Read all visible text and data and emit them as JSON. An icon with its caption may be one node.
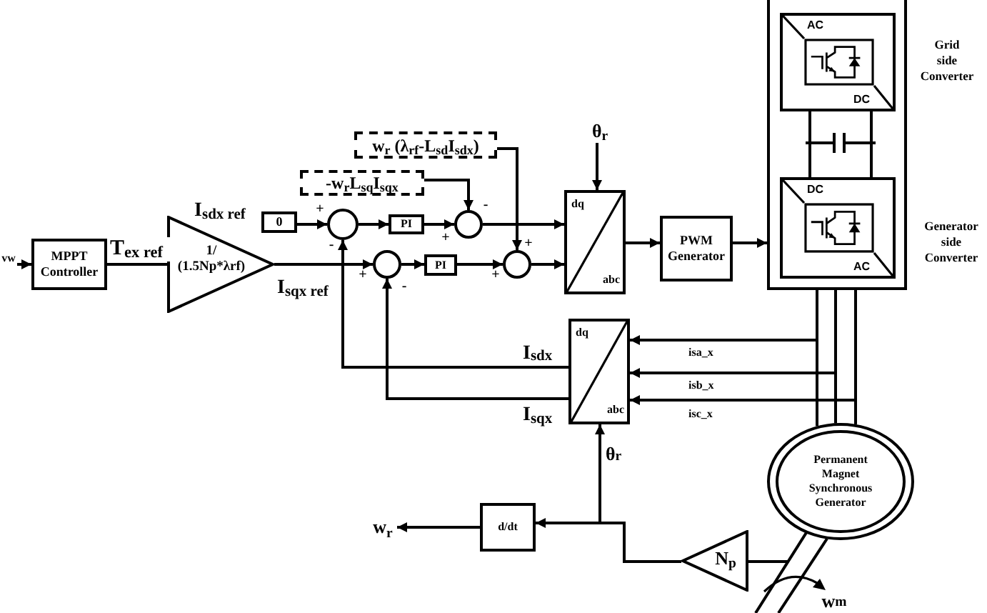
{
  "diagram": {
    "nodes": [
      {
        "text": [
          "vw"
        ]
      },
      {
        "text": [
          "MPPT Controller"
        ]
      },
      {
        "text": [
          "1/ (1.5Np*λrf)"
        ]
      },
      {
        "text": [
          "0"
        ]
      },
      {
        "text": [],
        "shape": "circle"
      },
      {
        "text": [
          "PI"
        ]
      },
      {
        "text": [
          "-w$_{r}$L$_{sq}$I$_{sqx}$"
        ]
      },
      {
        "text": [],
        "shape": "circle"
      },
      {
        "text": [
          "w$_{r}$ (λ$_{rf}$-L$_{sd}$I$_{sdx}$)"
        ]
      },
      {
        "text": [],
        "shape": "circle"
      },
      {
        "text": [
          "PI"
        ]
      },
      {
        "text": [],
        "shape": "circle"
      },
      {
        "text": [
          "dq",
          "abc"
        ]
      },
      {
        "text": [
          "PWM Generator"
        ]
      },
      {
        "text": [],
        "shape": "box"
      },
      {
        "text": [
          "AC",
          "DC"
        ],
        "in": 14,
        "beside": [
          "Grid side Converter"
        ]
      },
      {
        "text": [
          "DC",
          "AC"
        ],
        "in": 14,
        "beside": [
          "Generator side Converter"
        ]
      },
      {
        "text": [
          "dq",
          "abc"
        ]
      },
      {
        "text": [
          "d/dt"
        ]
      },
      {
        "text": [
          "w$_{r}$"
        ]
      },
      {
        "text": [
          "N$_{p}$"
        ]
      },
      {
        "text": [
          "Permanent Magnet Synchronous Generator"
        ]
      },
      {
        "text": [
          "θ$_{r}$"
        ]
      },
      {
        "text": [],
        "shape": "bar"
      }
    ],
    "edges": [
      {
        "from": 0,
        "to": 1,
        "arrow": "to"
      },
      {
        "from": 1,
        "to": 2,
        "arrow": "none",
        "label": "T$_{ex ref}$"
      },
      {
        "from": 2,
        "to": 9,
        "arrow": "to",
        "label": "I$_{sqx ref}$"
      },
      {
        "from": 3,
        "to": 4,
        "arrow": "to"
      },
      {
        "from": 4,
        "to": 5,
        "arrow": "to"
      },
      {
        "from": 5,
        "to": 7,
        "arrow": "to"
      },
      {
        "from": 6,
        "to": 7,
        "arrow": "to"
      },
      {
        "from": 7,
        "to": 12,
        "arrow": "to"
      },
      {
        "from": 9,
        "to": 10,
        "arrow": "to"
      },
      {
        "from": 10,
        "to": 11,
        "arrow": "to"
      },
      {
        "from": 8,
        "to": 11,
        "arrow": "to"
      },
      {
        "from": 11,
        "to": 12,
        "arrow": "to"
      },
      {
        "from": 22,
        "to": 12,
        "arrow": "to"
      },
      {
        "from": 12,
        "to": 13,
        "arrow": "to"
      },
      {
        "from": 13,
        "to": 14,
        "arrow": "to"
      },
      {
        "from": 15,
        "to": 16,
        "arrow": "none"
      },
      {
        "from": 15,
        "to": 16,
        "arrow": "none"
      },
      {
        "from": 14,
        "to": 21,
        "arrow": "none"
      },
      {
        "from": 14,
        "to": 21,
        "arrow": "none"
      },
      {
        "from": 14,
        "to": 21,
        "arrow": "none"
      },
      {
        "from": 21,
        "to": 17,
        "arrow": "to",
        "label": "isa_x"
      },
      {
        "from": 21,
        "to": 17,
        "arrow": "to",
        "label": "isb_x"
      },
      {
        "from": 21,
        "to": 17,
        "arrow": "to",
        "label": "isc_x"
      },
      {
        "from": 17,
        "to": 4,
        "arrow": "to",
        "label": "I$_{sdx}$"
      },
      {
        "from": 17,
        "to": 9,
        "arrow": "to",
        "label": "I$_{sqx}$"
      },
      {
        "from": 20,
        "to": 17,
        "arrow": "to",
        "label": "θ$_{r}$"
      },
      {
        "from": 20,
        "to": 18,
        "arrow": "to"
      },
      {
        "from": 18,
        "to": 19,
        "arrow": "to"
      },
      {
        "from": 23,
        "to": 20,
        "arrow": "none"
      }
    ],
    "labels": [
      "I$_{sdx ref}$",
      "-",
      "+",
      "+",
      "-",
      "+",
      "+",
      "+",
      "-",
      "w$_{m}$"
    ]
  }
}
